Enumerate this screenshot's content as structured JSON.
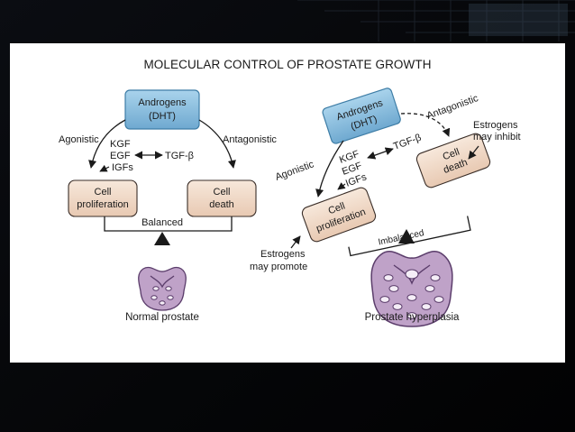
{
  "title": "MOLECULAR CONTROL OF PROSTATE GROWTH",
  "colors": {
    "androgen_fill": "#8fc3e3",
    "androgen_stroke": "#3e7da6",
    "cell_fill": "#f1ddcd",
    "cell_stroke": "#3a2e28",
    "tissue_fill": "#bfa2c8",
    "tissue_stroke": "#5b3d6b",
    "background": "#ffffff"
  },
  "left_panel": {
    "androgen_line1": "Androgens",
    "androgen_line2": "(DHT)",
    "agonistic": "Agonistic",
    "antagonistic": "Antagonistic",
    "kgf": "KGF",
    "egf": "EGF",
    "igfs": "IGFs",
    "tgf": "TGF-β",
    "proliferation_line1": "Cell",
    "proliferation_line2": "proliferation",
    "death_line1": "Cell",
    "death_line2": "death",
    "balance_label": "Balanced",
    "caption": "Normal prostate"
  },
  "right_panel": {
    "androgen_line1": "Androgens",
    "androgen_line2": "(DHT)",
    "agonistic": "Agonistic",
    "antagonistic": "Antagonistic",
    "kgf": "KGF",
    "egf": "EGF",
    "igfs": "IGFs",
    "tgf": "TGF-β",
    "proliferation_line1": "Cell",
    "proliferation_line2": "proliferation",
    "death_line1": "Cell",
    "death_line2": "death",
    "balance_label": "Imbalanced",
    "estrogens_inhibit_line1": "Estrogens",
    "estrogens_inhibit_line2": "may inhibit",
    "estrogens_promote_line1": "Estrogens",
    "estrogens_promote_line2": "may promote",
    "caption": "Prostate hyperplasia"
  }
}
